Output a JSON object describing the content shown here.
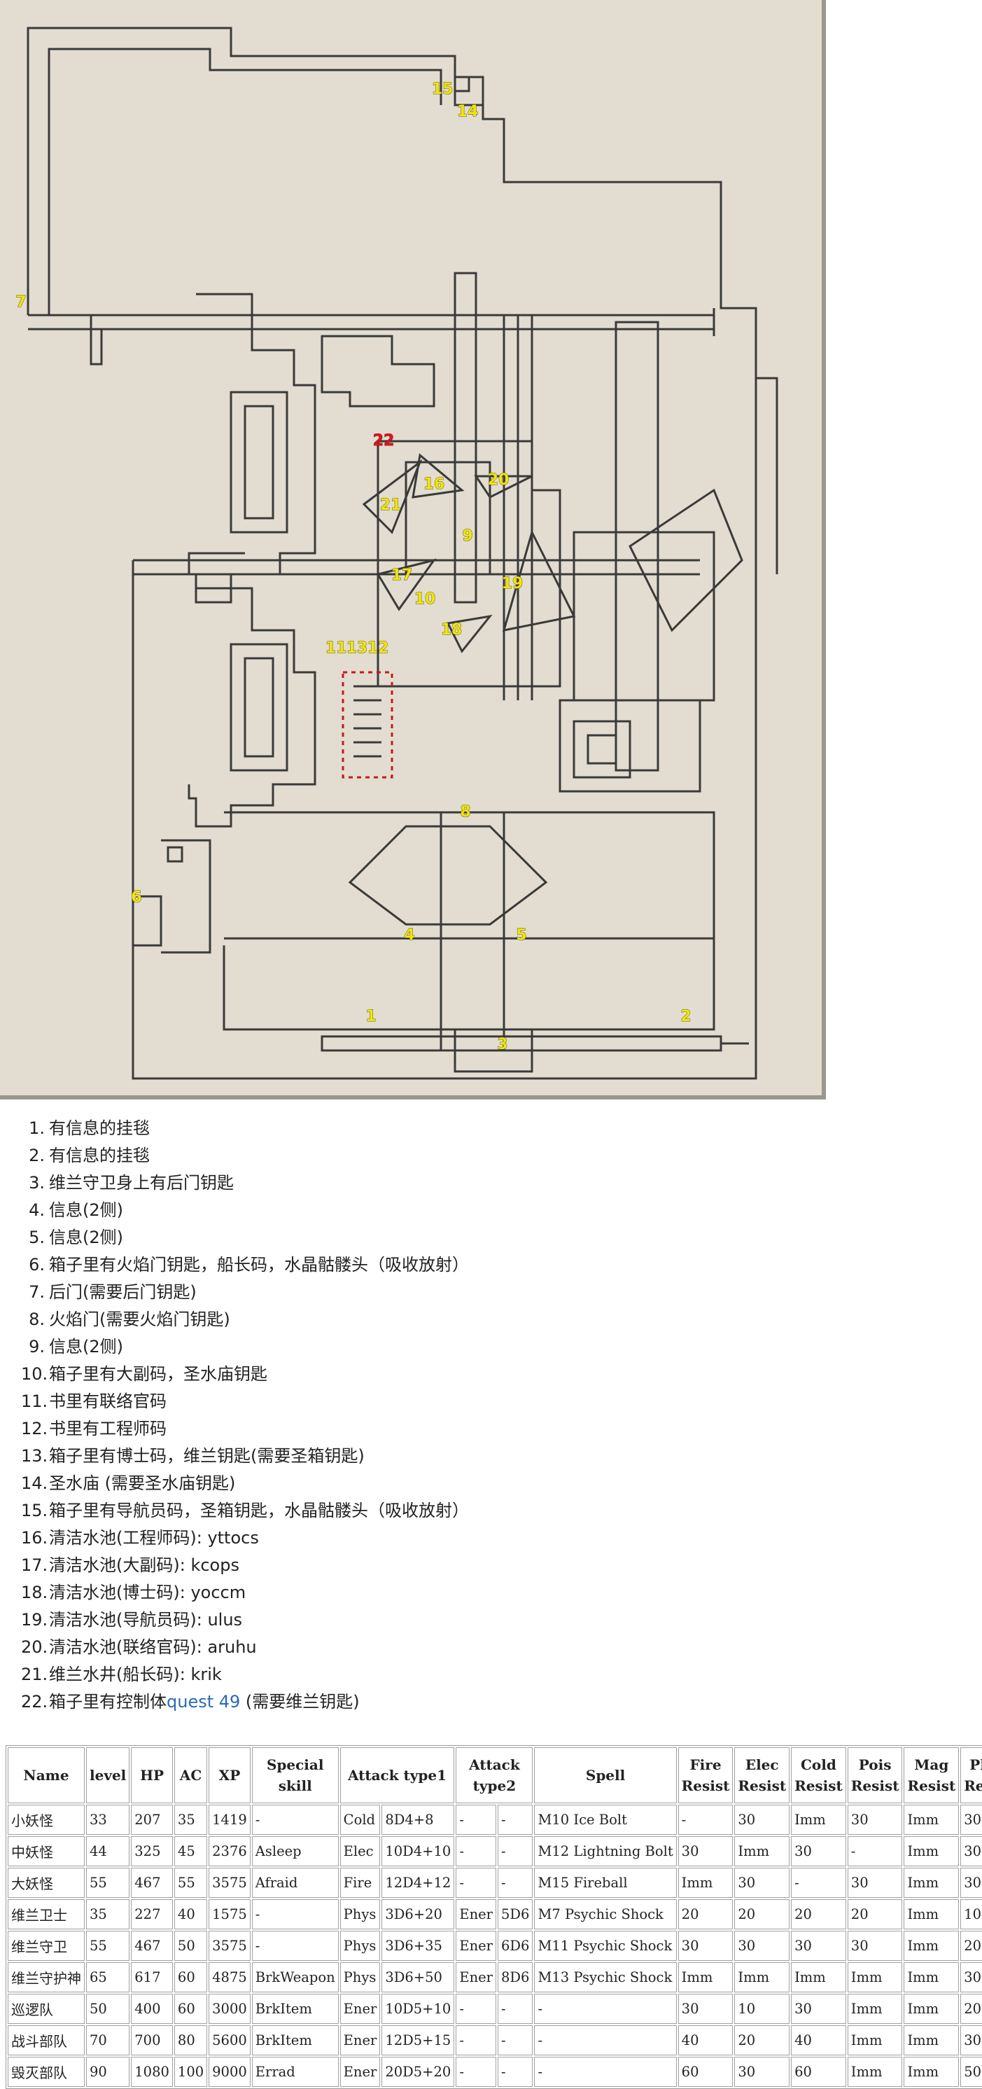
{
  "map": {
    "markers": [
      {
        "label": "1",
        "color": "yellow"
      },
      {
        "label": "2",
        "color": "yellow"
      },
      {
        "label": "3",
        "color": "yellow"
      },
      {
        "label": "4",
        "color": "yellow"
      },
      {
        "label": "5",
        "color": "yellow"
      },
      {
        "label": "6",
        "color": "yellow"
      },
      {
        "label": "7",
        "color": "yellow"
      },
      {
        "label": "8",
        "color": "yellow"
      },
      {
        "label": "9",
        "color": "yellow"
      },
      {
        "label": "10",
        "color": "yellow"
      },
      {
        "label": "11",
        "color": "yellow"
      },
      {
        "label": "12",
        "color": "yellow"
      },
      {
        "label": "13",
        "color": "yellow"
      },
      {
        "label": "14",
        "color": "yellow"
      },
      {
        "label": "15",
        "color": "yellow"
      },
      {
        "label": "16",
        "color": "yellow"
      },
      {
        "label": "17",
        "color": "yellow"
      },
      {
        "label": "18",
        "color": "yellow"
      },
      {
        "label": "19",
        "color": "yellow"
      },
      {
        "label": "20",
        "color": "yellow"
      },
      {
        "label": "21",
        "color": "yellow"
      },
      {
        "label": "22",
        "color": "red"
      }
    ]
  },
  "legend": {
    "items": [
      {
        "num": "1.",
        "text": "有信息的挂毯"
      },
      {
        "num": "2.",
        "text": "有信息的挂毯"
      },
      {
        "num": "3.",
        "text": "维兰守卫身上有后门钥匙"
      },
      {
        "num": "4.",
        "text": "信息(2侧)"
      },
      {
        "num": "5.",
        "text": "信息(2侧)"
      },
      {
        "num": "6.",
        "text": "箱子里有火焰门钥匙，船长码，水晶骷髅头（吸收放射）"
      },
      {
        "num": "7.",
        "text": "后门(需要后门钥匙)"
      },
      {
        "num": "8.",
        "text": "火焰门(需要火焰门钥匙)"
      },
      {
        "num": "9.",
        "text": "信息(2侧)"
      },
      {
        "num": "10.",
        "text": "箱子里有大副码，圣水庙钥匙"
      },
      {
        "num": "11.",
        "text": "书里有联络官码"
      },
      {
        "num": "12.",
        "text": "书里有工程师码"
      },
      {
        "num": "13.",
        "text": "箱子里有博士码，维兰钥匙(需要圣箱钥匙)"
      },
      {
        "num": "14.",
        "text": "圣水庙 (需要圣水庙钥匙)"
      },
      {
        "num": "15.",
        "text": "箱子里有导航员码，圣箱钥匙，水晶骷髅头（吸收放射）"
      },
      {
        "num": "16.",
        "text": "清洁水池(工程师码): yttocs"
      },
      {
        "num": "17.",
        "text": "清洁水池(大副码): kcops"
      },
      {
        "num": "18.",
        "text": "清洁水池(博士码): yoccm"
      },
      {
        "num": "19.",
        "text": "清洁水池(导航员码): ulus"
      },
      {
        "num": "20.",
        "text": "清洁水池(联络官码): aruhu"
      },
      {
        "num": "21.",
        "text": "维兰水井(船长码): krik"
      },
      {
        "num": "22.",
        "text": "箱子里有控制体",
        "link": "quest 49",
        "after": " (需要维兰钥匙)"
      }
    ]
  },
  "table": {
    "headers": [
      "Name",
      "level",
      "HP",
      "AC",
      "XP",
      "Special skill",
      "Attack type1",
      "Attack type2",
      "Spell",
      "Fire Resist",
      "Elec Resist",
      "Cold Resist",
      "Pois Resist",
      "Mag Resist",
      "Phys Resist"
    ],
    "rows": [
      [
        "小妖怪",
        "33",
        "207",
        "35",
        "1419",
        "-",
        "Cold",
        "8D4+8",
        "-",
        "-",
        "M10 Ice Bolt",
        "-",
        "30",
        "Imm",
        "30",
        "Imm",
        "30"
      ],
      [
        "中妖怪",
        "44",
        "325",
        "45",
        "2376",
        "Asleep",
        "Elec",
        "10D4+10",
        "-",
        "-",
        "M12 Lightning Bolt",
        "30",
        "Imm",
        "30",
        "-",
        "Imm",
        "30"
      ],
      [
        "大妖怪",
        "55",
        "467",
        "55",
        "3575",
        "Afraid",
        "Fire",
        "12D4+12",
        "-",
        "-",
        "M15 Fireball",
        "Imm",
        "30",
        "-",
        "30",
        "Imm",
        "30"
      ],
      [
        "维兰卫士",
        "35",
        "227",
        "40",
        "1575",
        "-",
        "Phys",
        "3D6+20",
        "Ener",
        "5D6",
        "M7 Psychic Shock",
        "20",
        "20",
        "20",
        "20",
        "Imm",
        "10"
      ],
      [
        "维兰守卫",
        "55",
        "467",
        "50",
        "3575",
        "-",
        "Phys",
        "3D6+35",
        "Ener",
        "6D6",
        "M11 Psychic Shock",
        "30",
        "30",
        "30",
        "30",
        "Imm",
        "20"
      ],
      [
        "维兰守护神",
        "65",
        "617",
        "60",
        "4875",
        "BrkWeapon",
        "Phys",
        "3D6+50",
        "Ener",
        "8D6",
        "M13 Psychic Shock",
        "Imm",
        "Imm",
        "Imm",
        "Imm",
        "Imm",
        "30"
      ],
      [
        "巡逻队",
        "50",
        "400",
        "60",
        "3000",
        "BrkItem",
        "Ener",
        "10D5+10",
        "-",
        "-",
        "-",
        "30",
        "10",
        "30",
        "Imm",
        "Imm",
        "20"
      ],
      [
        "战斗部队",
        "70",
        "700",
        "80",
        "5600",
        "BrkItem",
        "Ener",
        "12D5+15",
        "-",
        "-",
        "-",
        "40",
        "20",
        "40",
        "Imm",
        "Imm",
        "30"
      ],
      [
        "毁灭部队",
        "90",
        "1080",
        "100",
        "9000",
        "Errad",
        "Ener",
        "20D5+20",
        "-",
        "-",
        "-",
        "60",
        "30",
        "60",
        "Imm",
        "Imm",
        "50"
      ]
    ]
  }
}
